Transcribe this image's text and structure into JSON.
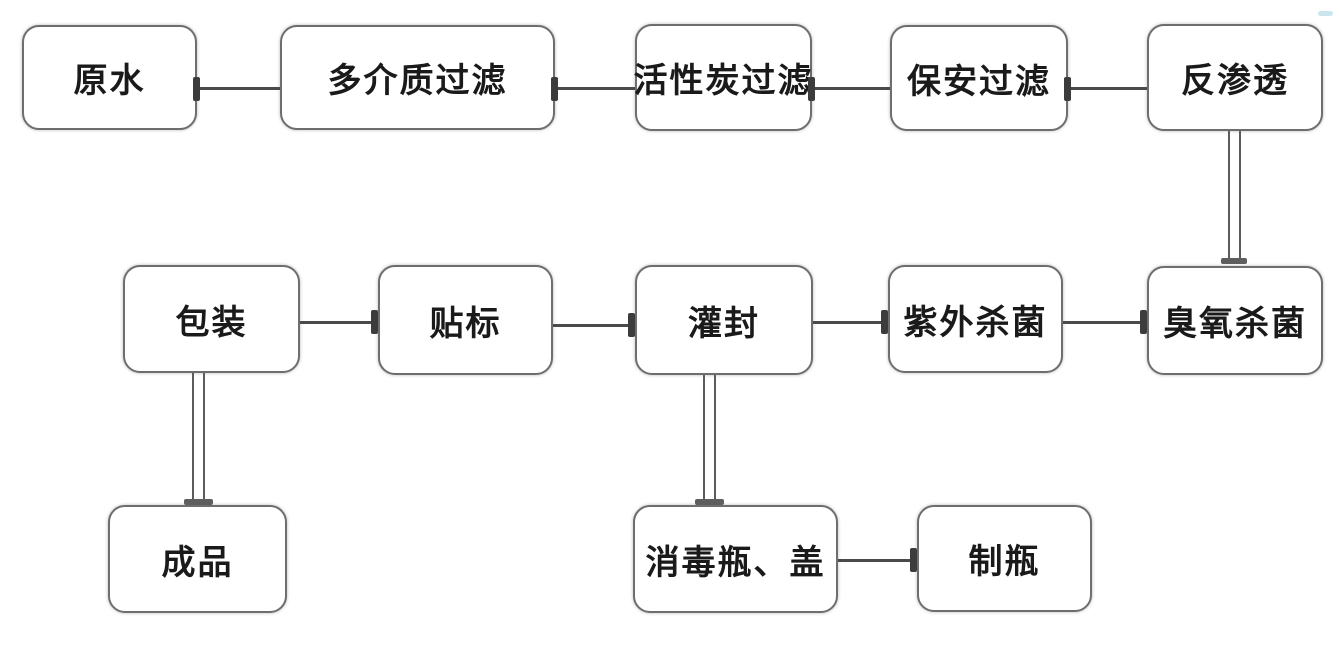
{
  "diagram": {
    "background_color": "#ffffff",
    "node_fill": "#ffffff",
    "node_border_color": "#6e6e6e",
    "connector_color": "#4a4a4a",
    "connector_cap_color": "#3c3c3c",
    "text_color": "#1a1a1a",
    "artifact_color": "#b9dcea",
    "nodes": [
      {
        "id": "raw-water",
        "label": "原水"
      },
      {
        "id": "multi-media-filter",
        "label": "多介质过滤"
      },
      {
        "id": "activated-carbon-filter",
        "label": "活性炭过滤"
      },
      {
        "id": "security-filter",
        "label": "保安过滤"
      },
      {
        "id": "reverse-osmosis",
        "label": "反渗透"
      },
      {
        "id": "packaging",
        "label": "包装"
      },
      {
        "id": "labeling",
        "label": "贴标"
      },
      {
        "id": "filling-sealing",
        "label": "灌封"
      },
      {
        "id": "uv-sterilization",
        "label": "紫外杀菌"
      },
      {
        "id": "ozone-sterilization",
        "label": "臭氧杀菌"
      },
      {
        "id": "finished-product",
        "label": "成品"
      },
      {
        "id": "disinfected-bottle-cap",
        "label": "消毒瓶、盖"
      },
      {
        "id": "bottle-making",
        "label": "制瓶"
      }
    ],
    "edges": [
      {
        "from": "raw-water",
        "to": "multi-media-filter",
        "orientation": "horizontal"
      },
      {
        "from": "multi-media-filter",
        "to": "activated-carbon-filter",
        "orientation": "horizontal"
      },
      {
        "from": "activated-carbon-filter",
        "to": "security-filter",
        "orientation": "horizontal"
      },
      {
        "from": "security-filter",
        "to": "reverse-osmosis",
        "orientation": "horizontal"
      },
      {
        "from": "reverse-osmosis",
        "to": "ozone-sterilization",
        "orientation": "vertical"
      },
      {
        "from": "ozone-sterilization",
        "to": "uv-sterilization",
        "orientation": "horizontal"
      },
      {
        "from": "uv-sterilization",
        "to": "filling-sealing",
        "orientation": "horizontal"
      },
      {
        "from": "filling-sealing",
        "to": "labeling",
        "orientation": "horizontal"
      },
      {
        "from": "labeling",
        "to": "packaging",
        "orientation": "horizontal"
      },
      {
        "from": "packaging",
        "to": "finished-product",
        "orientation": "vertical"
      },
      {
        "from": "filling-sealing",
        "to": "disinfected-bottle-cap",
        "orientation": "vertical"
      },
      {
        "from": "bottle-making",
        "to": "disinfected-bottle-cap",
        "orientation": "horizontal"
      }
    ]
  }
}
